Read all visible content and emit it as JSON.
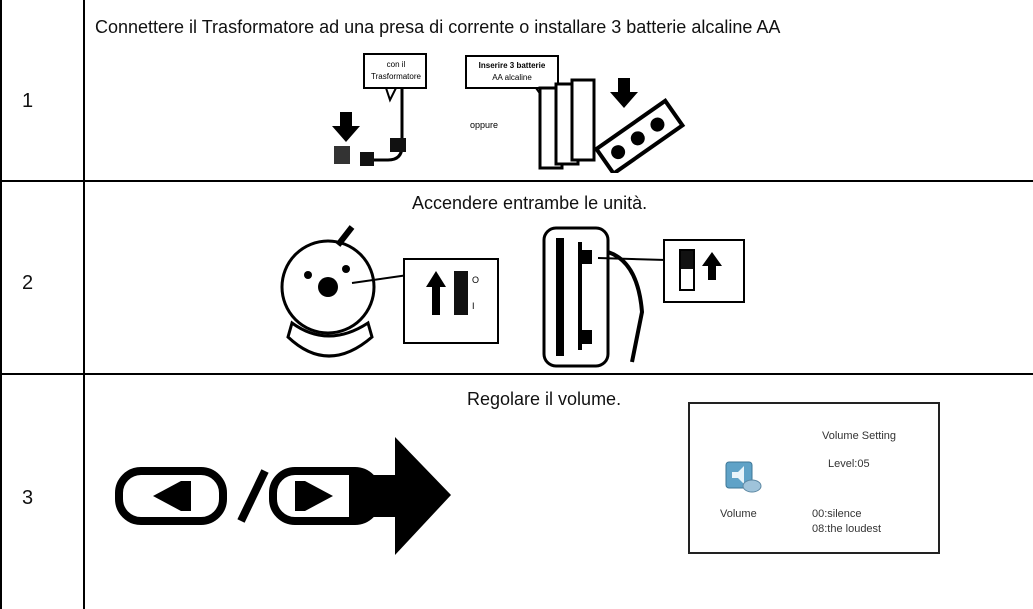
{
  "rows": [
    {
      "number": "1",
      "caption": "Connettere il Trasformatore ad una presa di corrente o installare 3 batterie alcaline AA",
      "fig": {
        "callout_left_line1": "con il",
        "callout_left_line2": "Trasformatore",
        "or_text": "oppure",
        "callout_right_line1": "Inserire 3 batterie",
        "callout_right_line2": "AA alcaline"
      }
    },
    {
      "number": "2",
      "caption": "Accendere entrambe le unità."
    },
    {
      "number": "3",
      "caption": "Regolare il volume.",
      "panel": {
        "title": "Volume  Setting",
        "level": "Level:05",
        "label": "Volume",
        "min": "00:silence",
        "max": "08:the loudest"
      }
    }
  ]
}
